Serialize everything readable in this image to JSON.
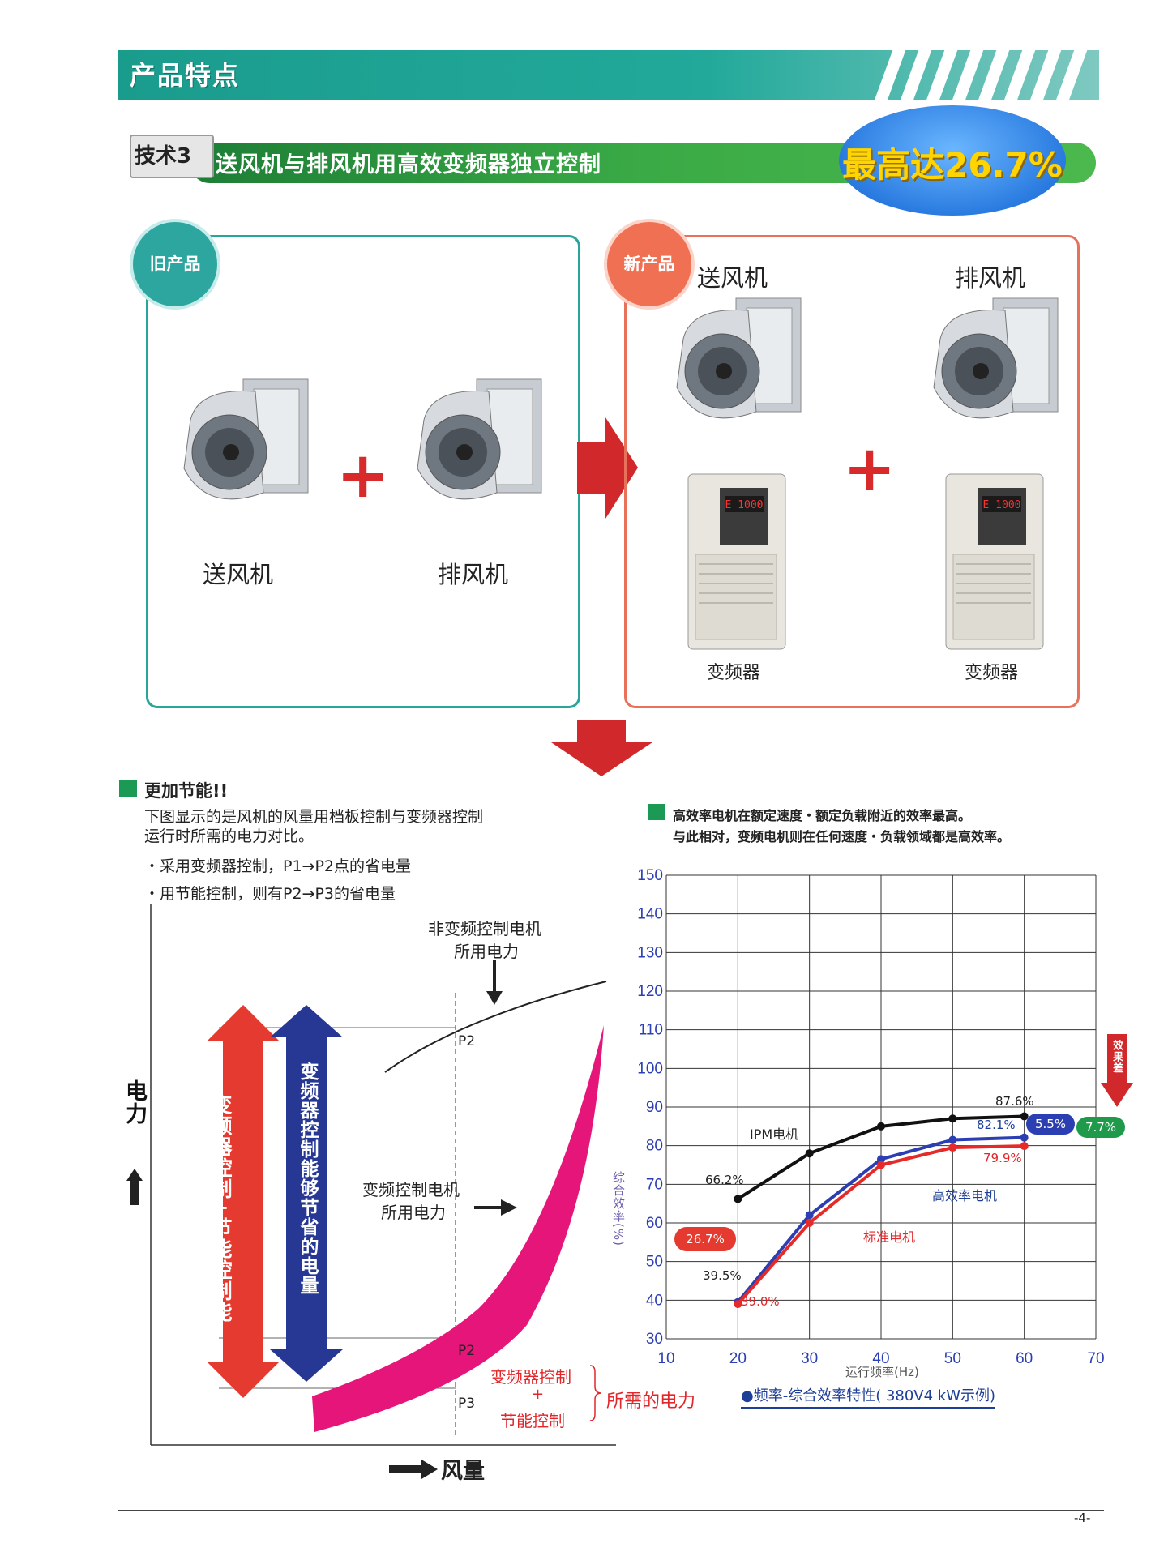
{
  "header": {
    "title": "产品特点"
  },
  "tech": {
    "badge": "技术3",
    "title": "送风机与排风机用高效变频器独立控制",
    "max_label": "最高达26.7%"
  },
  "old_product": {
    "tag": "旧产品",
    "fan1": "送风机",
    "fan2": "排风机"
  },
  "new_product": {
    "tag": "新产品",
    "fan1": "送风机",
    "fan2": "排风机",
    "inv1": "变频器",
    "inv2": "变频器",
    "inv_display": "E 1000"
  },
  "left_section": {
    "title": "更加节能!!",
    "desc1": "下图显示的是风机的风量用档板控制与变频器控制",
    "desc2": "运行时所需的电力对比。",
    "bullet1": "・采用变频器控制，P1→P2点的省电量",
    "bullet2": "・用节能控制，则有P2→P3的省电量",
    "label_nonvfd1": "非变频控制电机",
    "label_nonvfd2": "所用电力",
    "label_vfd1": "变频控制电机",
    "label_vfd2": "所用电力",
    "p_top": "P2",
    "p_mid": "P2",
    "p_bot": "P3",
    "save_red": "变频器控制+节能控制能够节省的电量",
    "save_blue": "变频器控制能够节省的电量",
    "y_axis": "电力",
    "x_axis": "风量",
    "legend_red1": "变频器控制",
    "legend_plus": "+",
    "legend_red2": "节能控制",
    "legend_need": "所需的电力"
  },
  "right_section": {
    "line1": "高效率电机在额定速度・额定负载附近的效率最高。",
    "line2": "与此相对，变频电机则在任何速度・负载领域都是高效率。",
    "y_title": "综合效率(%)",
    "x_title": "运行频率(Hz)",
    "caption": "●频率-综合效率特性( 380V4 kW示例)",
    "label_ipm": "IPM电机",
    "label_high": "高效率电机",
    "label_std": "标准电机",
    "label_diff": "效果差",
    "badge_267": "26.7%",
    "badge_55": "5.5%",
    "badge_77": "7.7%",
    "ann_662": "66.2%",
    "ann_395": "39.5%",
    "ann_390": "39.0%",
    "ann_876": "87.6%",
    "ann_821": "82.1%",
    "ann_799": "79.9%",
    "colors": {
      "ipm": "#111111",
      "high": "#2b3fb3",
      "std": "#e62a2a"
    }
  },
  "chart_data": {
    "type": "line",
    "x": [
      20,
      30,
      40,
      50,
      60
    ],
    "series": [
      {
        "name": "IPM电机",
        "values": [
          66.2,
          78,
          85,
          87,
          87.6
        ]
      },
      {
        "name": "高效率电机",
        "values": [
          39.5,
          62,
          76.5,
          81.5,
          82.1
        ]
      },
      {
        "name": "标准电机",
        "values": [
          39.0,
          60,
          75,
          79.5,
          79.9
        ]
      }
    ],
    "xlabel": "运行频率(Hz)",
    "ylabel": "综合效率(%)",
    "xlim": [
      10,
      70
    ],
    "ylim": [
      30,
      150
    ],
    "xticks": [
      "10",
      "20",
      "30",
      "40",
      "50",
      "60",
      "70"
    ],
    "yticks": [
      "30",
      "40",
      "50",
      "60",
      "70",
      "80",
      "90",
      "100",
      "110",
      "120",
      "130",
      "140",
      "150"
    ],
    "grid": true
  },
  "footer": {
    "page": "-4-"
  }
}
